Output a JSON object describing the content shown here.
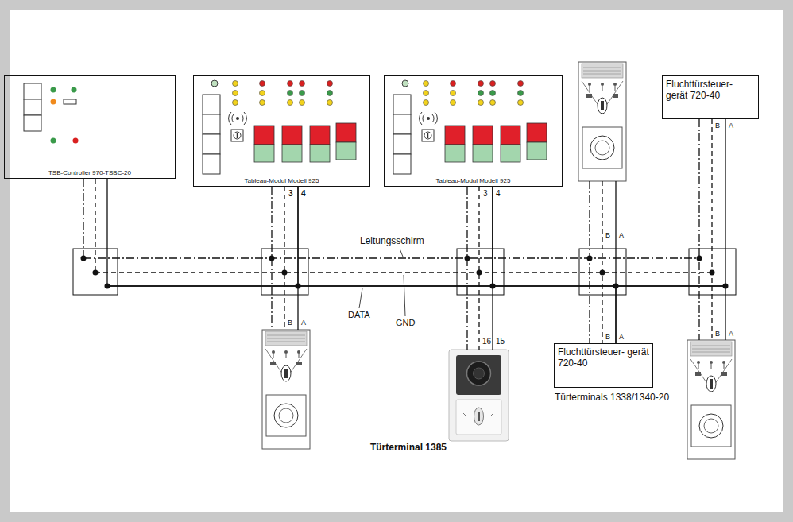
{
  "diagram": {
    "nodes": [
      {
        "text": [
          "TSB-Controller 970-TSBC-20"
        ]
      },
      {
        "text": [
          "Tableau-Modul Modell 925"
        ]
      },
      {
        "text": [
          "Tableau-Modul Modell 925"
        ]
      },
      {
        "text": [
          "Fluchttürsteuer- gerät 720-40"
        ]
      },
      {
        "text": [
          "Türterminal 1385"
        ]
      },
      {
        "text": [
          "Fluchttürsteuer- gerät 720-40"
        ]
      }
    ],
    "edges": [
      {
        "from": 0,
        "to": 1,
        "arrow": "none"
      },
      {
        "from": 1,
        "to": 2,
        "arrow": "none"
      },
      {
        "from": 2,
        "to": 4,
        "arrow": "none"
      },
      {
        "from": 2,
        "to": 5,
        "arrow": "none"
      },
      {
        "from": 5,
        "to": 3,
        "arrow": "none"
      }
    ],
    "labels": [
      "3",
      "4",
      "3",
      "4",
      "B",
      "A",
      "B",
      "A",
      "Leitungsschirm",
      "DATA",
      "GND",
      "B",
      "A",
      "16",
      "15",
      "B",
      "A",
      "Türterminals 1338/1340-20",
      "B",
      "A"
    ]
  }
}
